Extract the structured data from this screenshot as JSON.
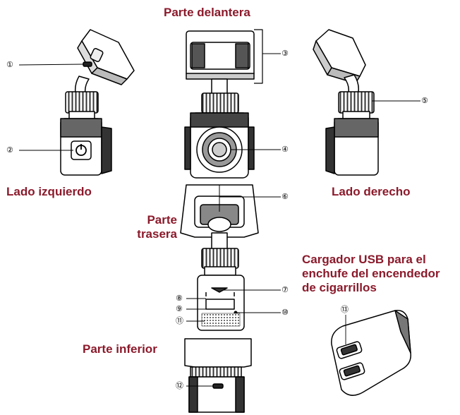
{
  "titles": {
    "front": "Parte delantera",
    "left": "Lado izquierdo",
    "right": "Lado derecho",
    "rear": [
      "Parte",
      "trasera"
    ],
    "charger": [
      "Cargador USB para el",
      "enchufe del encendedor",
      "de cigarrillos"
    ],
    "bottom": "Parte inferior"
  },
  "callouts": [
    "①",
    "②",
    "③",
    "④",
    "⑤",
    "⑥",
    "⑦",
    "⑧",
    "⑨",
    "⑩",
    "⑪",
    "⑫",
    "⑬"
  ],
  "colors": {
    "title": "#8b1a2b",
    "line": "#000000",
    "device_fill": "#ffffff",
    "dark": "#333333"
  }
}
